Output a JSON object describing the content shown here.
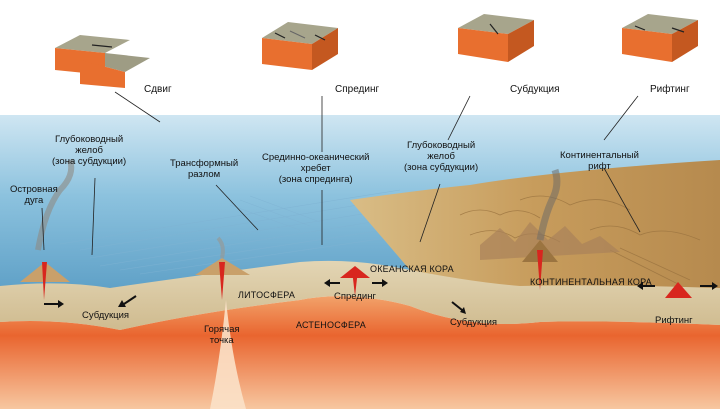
{
  "boundary_types": {
    "transform": "Сдвиг",
    "spreading": "Спрединг",
    "subduction": "Субдукция",
    "rifting": "Рифтинг"
  },
  "features": {
    "trench_left": [
      "Глубоководный",
      "желоб",
      "(зона субдукции)"
    ],
    "transform_fault": [
      "Трансформный",
      "разлом"
    ],
    "mid_ocean_ridge": [
      "Срединно-океанический",
      "хребет",
      "(зона спрединга)"
    ],
    "trench_right": [
      "Глубоководный",
      "желоб",
      "(зона субдукции)"
    ],
    "continental_rift": [
      "Континентальный",
      "рифт"
    ],
    "island_arc": [
      "Островная",
      "дуга"
    ]
  },
  "layers": {
    "oceanic_crust": "ОКЕАНСКАЯ КОРА",
    "continental_crust": "КОНТИНЕНТАЛЬНАЯ КОРА",
    "lithosphere": "ЛИТОСФЕРА",
    "asthenosphere": "АСТЕНОСФЕРА"
  },
  "process_labels": {
    "spreading": "Спрединг",
    "subduction_left": "Субдукция",
    "subduction_right": "Субдукция",
    "rifting": "Рифтинг",
    "hot_spot": [
      "Горячая",
      "точка"
    ]
  },
  "colors": {
    "ocean": "#8fc3de",
    "sea_floor": "#5b9cc4",
    "lithosphere": "#d9c9a6",
    "asthenosphere": "#e8632e",
    "magma": "#d8261e",
    "continent": "#c9a46a",
    "block_top": "#a7a58c",
    "block_side": "#e86f2f"
  }
}
